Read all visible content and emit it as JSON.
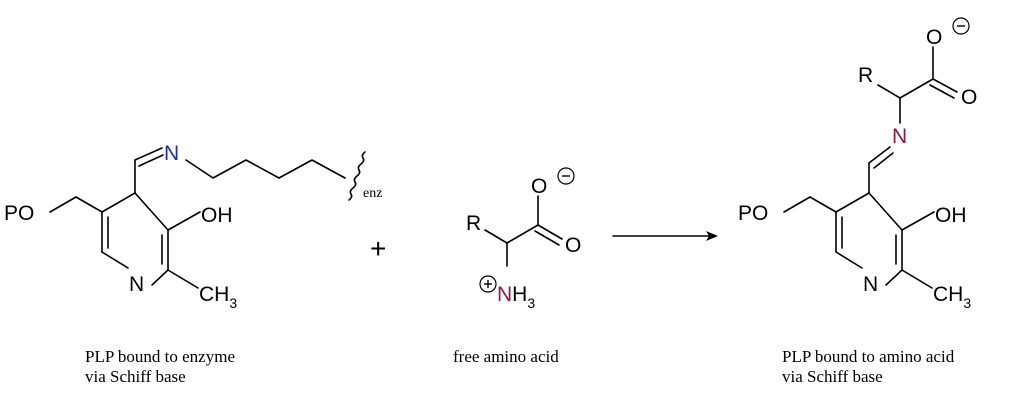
{
  "colors": {
    "bond": "#000000",
    "imine_n_enzyme": "#1c2f9b",
    "amine_n": "#8c1a4a",
    "imine_n_product": "#8c1a4a"
  },
  "molecule_1": {
    "po": "PO",
    "oh": "OH",
    "ring_n": "N",
    "methyl": "CH",
    "methyl_sub": "3",
    "imine_n": "N",
    "enzyme": "enz",
    "caption_line1": "PLP bound to enzyme",
    "caption_line2": "via Schiff base"
  },
  "plus_sign": "+",
  "molecule_2": {
    "r": "R",
    "o_minus": "O",
    "carbonyl_o": "O",
    "amine_n": "N",
    "amine_h": "H",
    "amine_sub": "3",
    "caption": "free amino acid"
  },
  "molecule_3": {
    "po": "PO",
    "oh": "OH",
    "ring_n": "N",
    "methyl": "CH",
    "methyl_sub": "3",
    "imine_n": "N",
    "r": "R",
    "o_minus": "O",
    "carbonyl_o": "O",
    "caption_line1": "PLP bound to amino acid",
    "caption_line2": "via Schiff base"
  }
}
